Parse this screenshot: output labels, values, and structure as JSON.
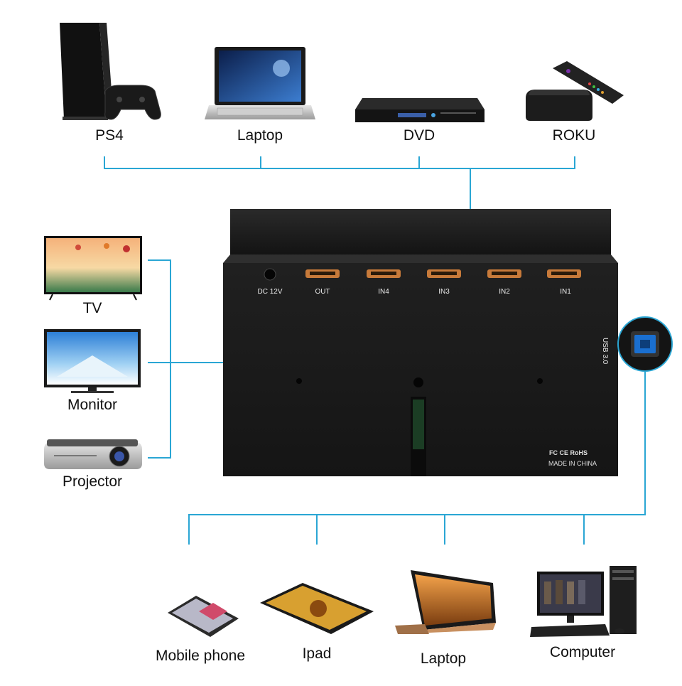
{
  "sources": [
    {
      "label": "PS4",
      "icon": "ps4-console-icon"
    },
    {
      "label": "Laptop",
      "icon": "laptop-icon"
    },
    {
      "label": "DVD",
      "icon": "dvd-player-icon"
    },
    {
      "label": "ROKU",
      "icon": "roku-box-icon"
    }
  ],
  "displays": [
    {
      "label": "TV",
      "icon": "tv-icon"
    },
    {
      "label": "Monitor",
      "icon": "monitor-icon"
    },
    {
      "label": "Projector",
      "icon": "projector-icon"
    }
  ],
  "usb_devices": [
    {
      "label": "Mobile phone",
      "icon": "mobile-phone-icon"
    },
    {
      "label": "Ipad",
      "icon": "tablet-icon"
    },
    {
      "label": "Laptop",
      "icon": "convertible-laptop-icon"
    },
    {
      "label": "Computer",
      "icon": "desktop-computer-icon"
    }
  ],
  "switch": {
    "ports": [
      "DC 12V",
      "OUT",
      "IN4",
      "IN3",
      "IN2",
      "IN1"
    ],
    "usb_port_label": "USB 3.0",
    "cert_marks": "FC CE RoHS",
    "origin": "MADE IN CHINA"
  },
  "colors": {
    "connector_line": "#2aa6d4",
    "device_body": "#1c1c1c",
    "hdmi_port": "#c77a3a",
    "usb_port": "#1a6fd0"
  }
}
